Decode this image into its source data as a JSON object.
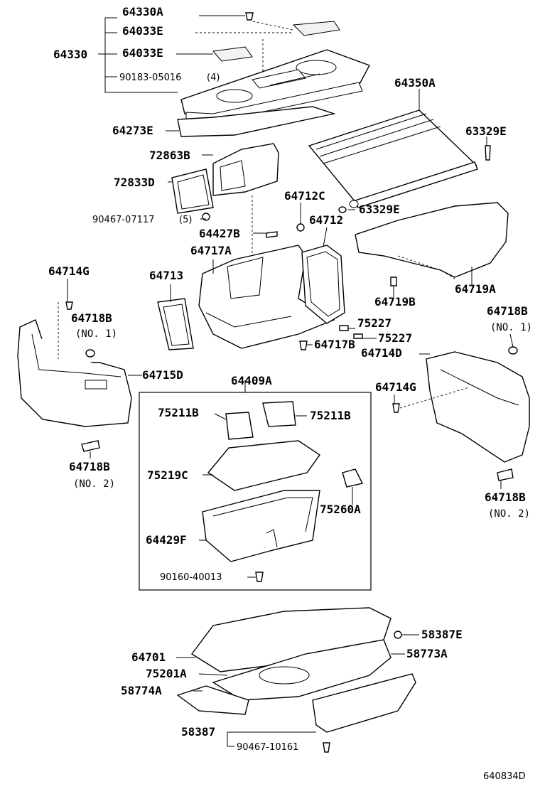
{
  "labels": {
    "l64330A": "64330A",
    "l64033E_a": "64033E",
    "l64330": "64330",
    "l64033E_b": "64033E",
    "l90183": "90183-05016",
    "l90183_qty": "(4)",
    "l64273E": "64273E",
    "l64350A": "64350A",
    "l63329E_a": "63329E",
    "l72863B": "72863B",
    "l72833D": "72833D",
    "l90467_07117": "90467-07117",
    "l90467_qty": "(5)",
    "l64712C": "64712C",
    "l63329E_b": "63329E",
    "l64427B": "64427B",
    "l64712": "64712",
    "l64717A": "64717A",
    "l64714G_a": "64714G",
    "l64713": "64713",
    "l64719B": "64719B",
    "l64719A": "64719A",
    "l64718B_a": "64718B",
    "l64718B_a_note": "(NO. 1)",
    "l64718B_b": "64718B",
    "l64718B_b_note": "(NO. 1)",
    "l75227_a": "75227",
    "l75227_b": "75227",
    "l64717B": "64717B",
    "l64714D": "64714D",
    "l64715D": "64715D",
    "l64409A": "64409A",
    "l64714G_b": "64714G",
    "l75211B_a": "75211B",
    "l75211B_b": "75211B",
    "l64718B_c": "64718B",
    "l64718B_c_note": "(NO. 2)",
    "l75219C": "75219C",
    "l75260A": "75260A",
    "l64718B_d": "64718B",
    "l64718B_d_note": "(NO. 2)",
    "l64429F": "64429F",
    "l90160": "90160-40013",
    "l58387E": "58387E",
    "l64701": "64701",
    "l58773A": "58773A",
    "l75201A": "75201A",
    "l58774A": "58774A",
    "l58387": "58387",
    "l90467_10161": "90467-10161",
    "diagram_code": "640834D"
  }
}
